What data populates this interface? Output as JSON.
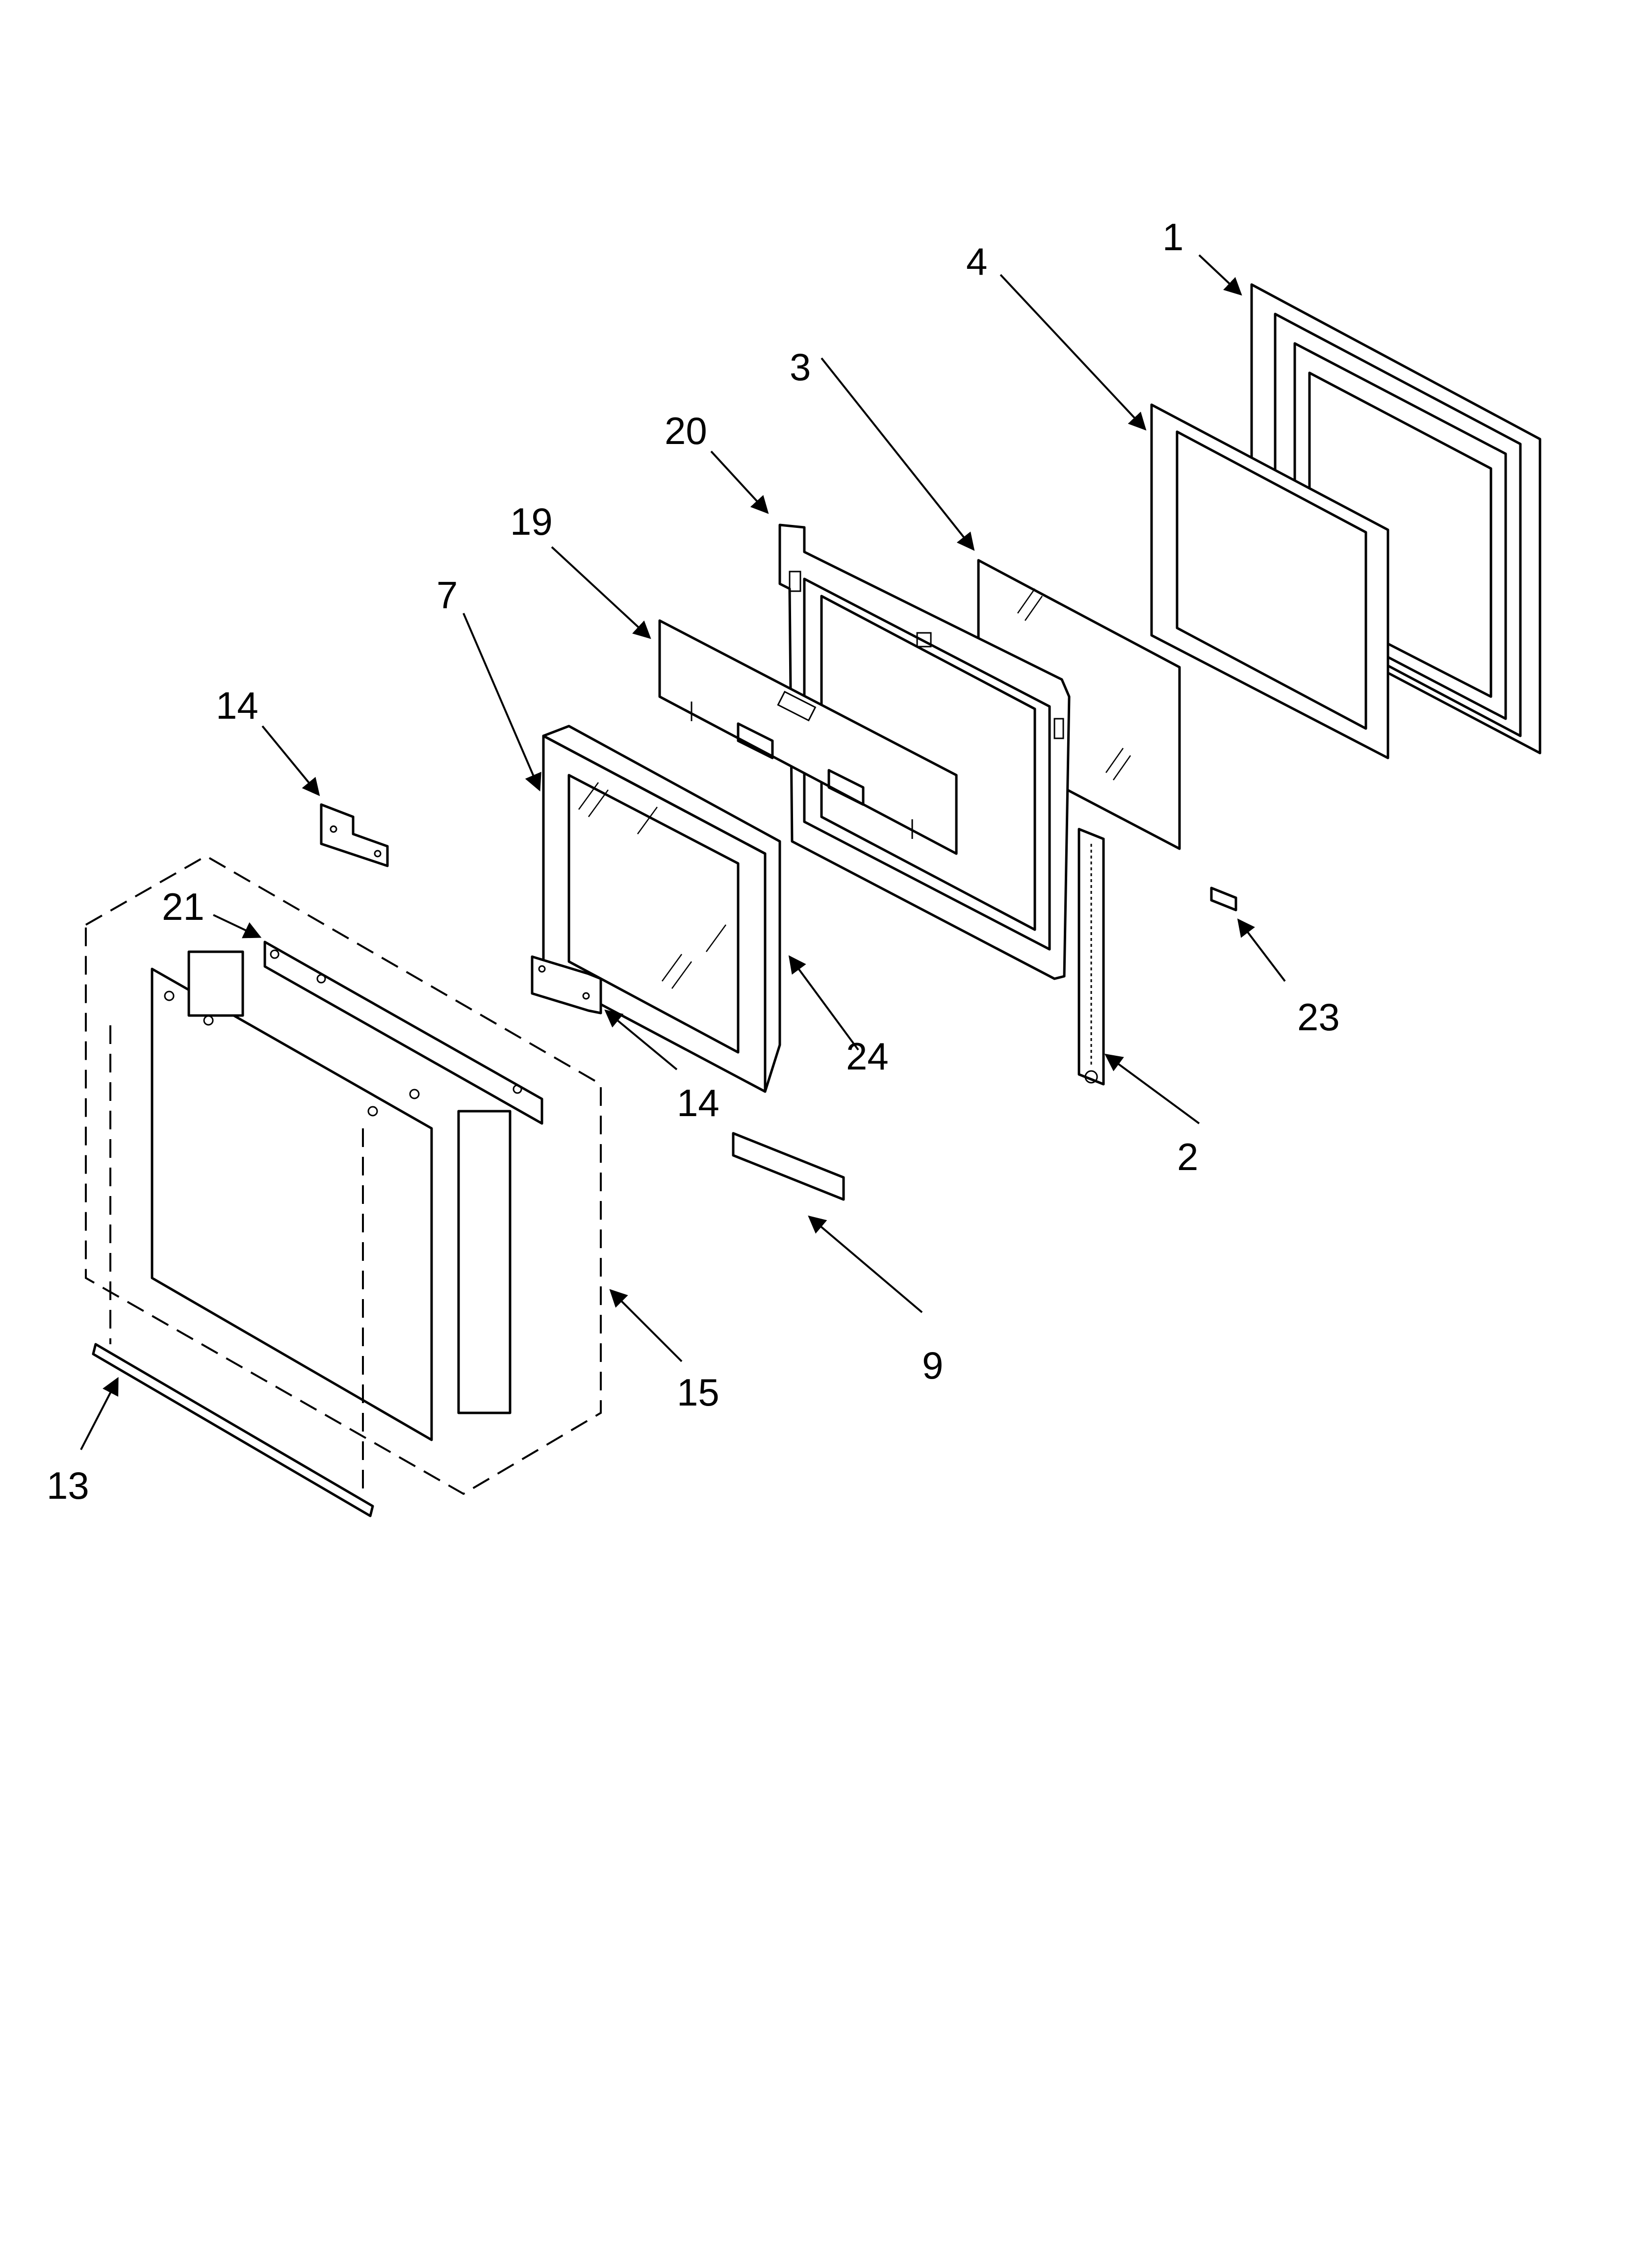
{
  "callouts": [
    {
      "id": "1",
      "text": "1"
    },
    {
      "id": "2",
      "text": "2"
    },
    {
      "id": "3",
      "text": "3"
    },
    {
      "id": "4",
      "text": "4"
    },
    {
      "id": "7",
      "text": "7"
    },
    {
      "id": "9",
      "text": "9"
    },
    {
      "id": "13",
      "text": "13"
    },
    {
      "id": "14a",
      "text": "14"
    },
    {
      "id": "14b",
      "text": "14"
    },
    {
      "id": "15",
      "text": "15"
    },
    {
      "id": "19",
      "text": "19"
    },
    {
      "id": "20",
      "text": "20"
    },
    {
      "id": "21",
      "text": "21"
    },
    {
      "id": "23",
      "text": "23"
    },
    {
      "id": "24",
      "text": "24"
    }
  ]
}
